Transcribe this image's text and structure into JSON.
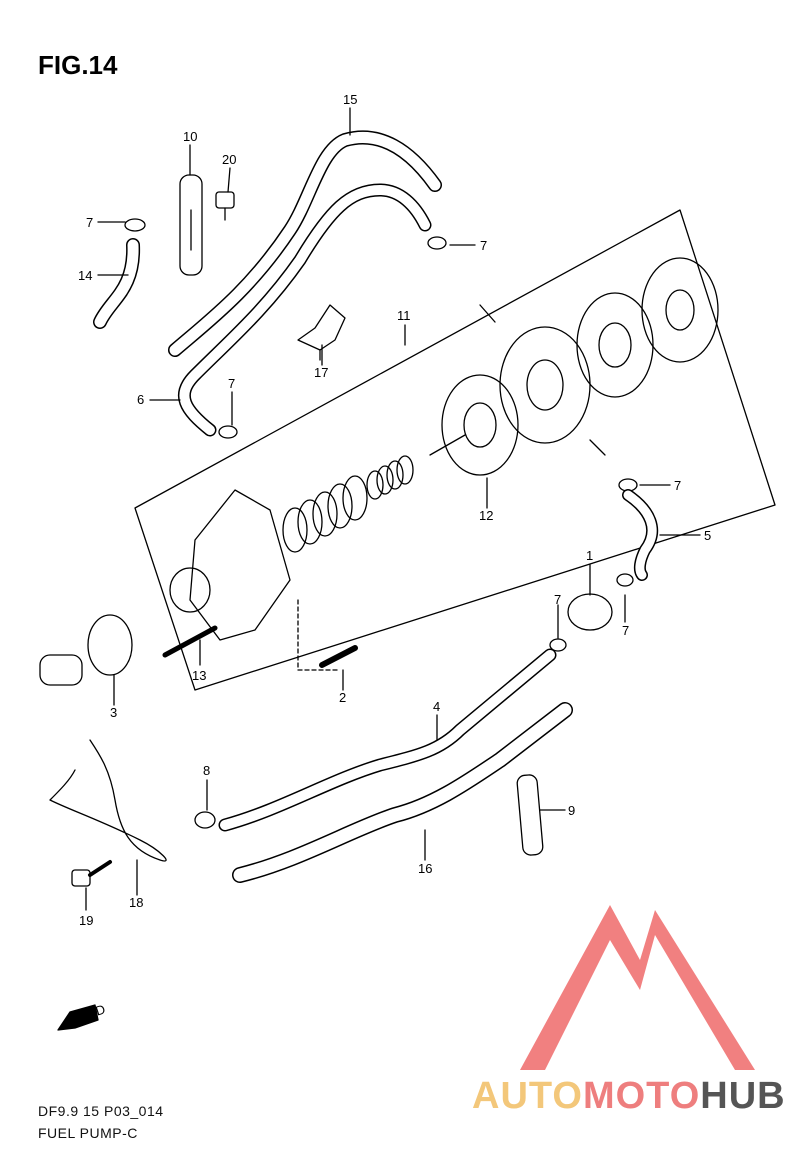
{
  "figure": {
    "title": "FIG.14",
    "code": "DF9.9 15 P03_014",
    "caption": "FUEL PUMP-C"
  },
  "fwd_label": "FWD",
  "parts": {
    "p1": "1",
    "p2": "2",
    "p3": "3",
    "p4": "4",
    "p5": "5",
    "p6": "6",
    "p7a": "7",
    "p7b": "7",
    "p7c": "7",
    "p7d": "7",
    "p7e": "7",
    "p7f": "7",
    "p8": "8",
    "p9": "9",
    "p10": "10",
    "p11": "11",
    "p12": "12",
    "p13": "13",
    "p14": "14",
    "p15": "15",
    "p16": "16",
    "p17": "17",
    "p18": "18",
    "p19": "19",
    "p20": "20"
  },
  "watermark": {
    "part1": "AUTO",
    "part2": "MOTO",
    "part3": "HUB",
    "color1": "#f3c77a",
    "color2": "#ee7e7e",
    "color3": "#555555",
    "logo_color": "#ef6a6a"
  }
}
